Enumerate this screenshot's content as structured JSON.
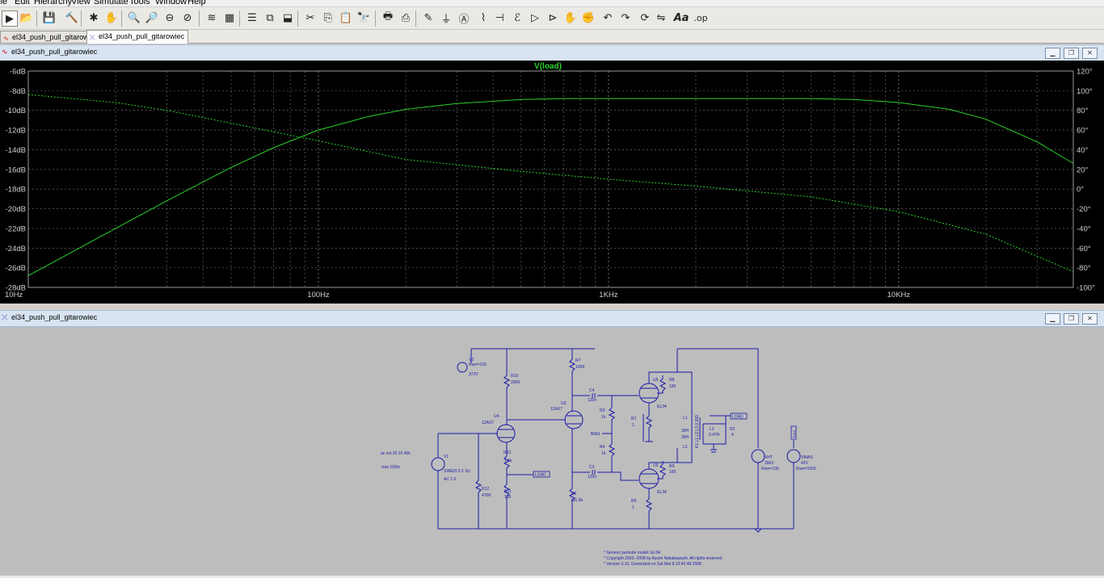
{
  "menu": [
    "ile",
    "Edit",
    "Hierarchy",
    "View",
    "Simulate",
    "Tools",
    "Window",
    "Help"
  ],
  "toolbar": {
    "icons": [
      "run-icon",
      "open-icon",
      "save-icon",
      "control-panel-icon",
      "halt-icon",
      "pan-hand-icon",
      "zoom-in-icon",
      "zoom-full-icon",
      "zoom-out-icon",
      "zoom-cancel-icon",
      "autorange-icon",
      "tile-icon",
      "cascade-windows-icon",
      "tile-horizontal-icon",
      "tile-vertical-icon",
      "cut-icon",
      "copy-icon",
      "paste-icon",
      "find-icon",
      "print-icon",
      "print-setup-icon",
      "wire-icon",
      "ground-icon",
      "label-net-icon",
      "resistor-icon",
      "capacitor-icon",
      "inductor-icon",
      "diode-icon",
      "component-icon",
      "move-icon",
      "drag-icon",
      "undo-icon",
      "redo-icon",
      "rotate-icon",
      "mirror-icon"
    ],
    "text_label": "Aa",
    "spice_label": ".op"
  },
  "tabs": [
    {
      "label": "el34_push_pull_gitarowiec",
      "active": false
    },
    {
      "label": "el34_push_pull_gitarowiec",
      "active": true
    }
  ],
  "plot_window": {
    "title": "el34_push_pull_gitarowiec"
  },
  "schematic_window": {
    "title": "el34_push_pull_gitarowiec"
  },
  "colors": {
    "trace": "#2ad12a",
    "schematic": "#1a1aa8",
    "grid": "#8a8a8a"
  },
  "chart_data": {
    "type": "line",
    "title": "V(load)",
    "xlabel": "",
    "ylabel": "",
    "x_scale": "log",
    "xlim": [
      10,
      40000
    ],
    "ylim_left": [
      -28,
      -6
    ],
    "ylim_right": [
      -100,
      120
    ],
    "x_ticks": [
      "10Hz",
      "100Hz",
      "1KHz",
      "10KHz"
    ],
    "y_left_ticks": [
      "-6dB",
      "-8dB",
      "-10dB",
      "-12dB",
      "-14dB",
      "-16dB",
      "-18dB",
      "-20dB",
      "-22dB",
      "-24dB",
      "-26dB",
      "-28dB"
    ],
    "y_right_ticks": [
      "120°",
      "100°",
      "80°",
      "60°",
      "40°",
      "20°",
      "0°",
      "-20°",
      "-40°",
      "-60°",
      "-80°",
      "-100°"
    ],
    "series": [
      {
        "name": "V(load)",
        "axis": "left",
        "style": "solid",
        "x": [
          10,
          15,
          20,
          30,
          50,
          70,
          100,
          150,
          200,
          300,
          500,
          700,
          1000,
          2000,
          3000,
          5000,
          7000,
          10000,
          15000,
          20000,
          30000,
          40000
        ],
        "y": [
          -26.8,
          -24.0,
          -22.0,
          -19.2,
          -15.8,
          -13.8,
          -12.0,
          -10.6,
          -9.9,
          -9.3,
          -8.9,
          -8.8,
          -8.8,
          -8.8,
          -8.8,
          -8.8,
          -8.9,
          -9.2,
          -9.9,
          -10.9,
          -13.2,
          -15.4
        ]
      },
      {
        "name": "V(load) phase",
        "axis": "right",
        "style": "dashed",
        "x": [
          10,
          20,
          30,
          50,
          100,
          200,
          500,
          1000,
          2000,
          5000,
          10000,
          20000,
          40000
        ],
        "y": [
          96,
          88,
          80,
          67,
          49,
          30,
          18,
          10,
          3,
          -8,
          -23,
          -46,
          -84
        ]
      }
    ]
  },
  "schematic": {
    "directive_ac": "ac oct 20 10 40k",
    "directive_tran": ".tran 100m",
    "notes": [
      "* Generic pentode model: EL34",
      "* Copyright 2003--2008 by Ayumi Nakabayashi, All rights reserved.",
      "* Version 3.10, Generated on Sat Mar  8 22:42:48 2008"
    ],
    "labels": [
      {
        "id": "v2",
        "text": "V2"
      },
      {
        "id": "v2r",
        "text": "Rser=125"
      },
      {
        "id": "v2v",
        "text": "372V"
      },
      {
        "id": "r10",
        "text": "R10"
      },
      {
        "id": "r10v",
        "text": "200K"
      },
      {
        "id": "r7",
        "text": "R7"
      },
      {
        "id": "r7v",
        "text": "100K"
      },
      {
        "id": "u3",
        "text": "U3"
      },
      {
        "id": "u3t",
        "text": "12AX7"
      },
      {
        "id": "u4",
        "text": "U4"
      },
      {
        "id": "u4t",
        "text": "12AX7"
      },
      {
        "id": "c4",
        "text": "C4"
      },
      {
        "id": "c4v",
        "text": "120n"
      },
      {
        "id": "r3",
        "text": "R3"
      },
      {
        "id": "r3v",
        "text": "1k"
      },
      {
        "id": "r4",
        "text": "R4"
      },
      {
        "id": "r4v",
        "text": "1k"
      },
      {
        "id": "c3",
        "text": "C3"
      },
      {
        "id": "c3v",
        "text": "120n"
      },
      {
        "id": "bias",
        "text": "BIAS"
      },
      {
        "id": "r1",
        "text": "R1"
      },
      {
        "id": "r1v",
        "text": "1"
      },
      {
        "id": "r5",
        "text": "R5"
      },
      {
        "id": "r5v",
        "text": "1"
      },
      {
        "id": "u5",
        "text": "U5"
      },
      {
        "id": "u5t",
        "text": "EL34"
      },
      {
        "id": "u6",
        "text": "U6"
      },
      {
        "id": "u6t",
        "text": "EL34"
      },
      {
        "id": "r8",
        "text": "R8"
      },
      {
        "id": "r8v",
        "text": "100"
      },
      {
        "id": "r9",
        "text": "R9"
      },
      {
        "id": "r9v",
        "text": "100"
      },
      {
        "id": "l1",
        "text": "L1"
      },
      {
        "id": "l1v",
        "text": "30H"
      },
      {
        "id": "l2",
        "text": "L2"
      },
      {
        "id": "l2v",
        "text": "30H"
      },
      {
        "id": "k1",
        "text": "K1 L1 L2 L3 0.999"
      },
      {
        "id": "l3",
        "text": "L3"
      },
      {
        "id": "l3v",
        "text": "0.47H"
      },
      {
        "id": "r2",
        "text": "R2"
      },
      {
        "id": "r2v",
        "text": "4"
      },
      {
        "id": "load",
        "text": "LOAD"
      },
      {
        "id": "load2",
        "text": "LOAD"
      },
      {
        "id": "v1",
        "text": "V1"
      },
      {
        "id": "v1s",
        "text": "SINE(0 0.3 1k)"
      },
      {
        "id": "v1a",
        "text": "AC 1 0"
      },
      {
        "id": "r12",
        "text": "R12"
      },
      {
        "id": "r12v",
        "text": "470K"
      },
      {
        "id": "r13",
        "text": "R13"
      },
      {
        "id": "r13v",
        "text": "1.5k"
      },
      {
        "id": "r11",
        "text": "R11"
      },
      {
        "id": "r11v",
        "text": "100"
      },
      {
        "id": "r6",
        "text": "R6"
      },
      {
        "id": "r6v",
        "text": "101.5k"
      },
      {
        "id": "vht",
        "text": "VHT"
      },
      {
        "id": "vhtv",
        "text": "396V"
      },
      {
        "id": "vhtr",
        "text": "Rser=135"
      },
      {
        "id": "vbias",
        "text": "VBIAS"
      },
      {
        "id": "vbiasv",
        "text": "42V"
      },
      {
        "id": "vbiasr",
        "text": "Rser=1000"
      },
      {
        "id": "biasport",
        "text": "BIAS"
      }
    ]
  }
}
